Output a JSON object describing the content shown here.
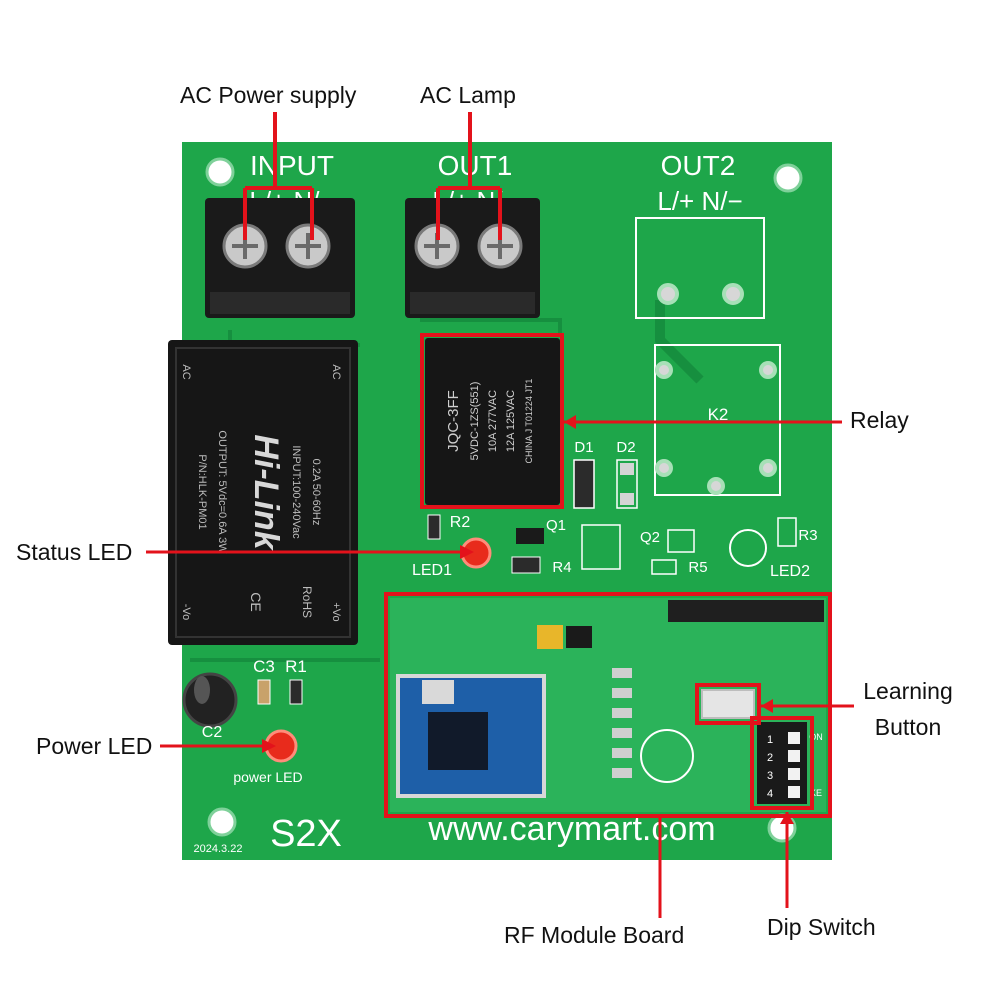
{
  "callouts": {
    "ac_power_supply": "AC Power supply",
    "ac_lamp": "AC Lamp",
    "relay": "Relay",
    "status_led": "Status LED",
    "power_led": "Power LED",
    "learning_button_line1": "Learning",
    "learning_button_line2": "Button",
    "rf_module_board": "RF Module Board",
    "dip_switch": "Dip Switch"
  },
  "board": {
    "input_label": "INPUT",
    "out1_label": "OUT1",
    "out2_label": "OUT2",
    "terminal_pins_input": "L/+  N/−",
    "terminal_pins_out1": "L/+  N/−",
    "terminal_pins_out2": "L/+  N/−",
    "k2": "K2",
    "d1": "D1",
    "d2": "D2",
    "r1": "R1",
    "r2": "R2",
    "r3": "R3",
    "r4": "R4",
    "r5": "R5",
    "q1": "Q1",
    "q2": "Q2",
    "c2": "C2",
    "c3": "C3",
    "led1": "LED1",
    "led2": "LED2",
    "power_led_silk": "power LED",
    "model": "S2X",
    "website": "www.carymart.com",
    "date": "2024.3.22"
  },
  "relay_markings": {
    "line1": "JQC-3FF",
    "line2": "5VDC-1ZS(551)",
    "line3": "10A 277VAC",
    "line4": "12A 125VAC",
    "line5": "CHINA  J  T01224 JT1"
  },
  "psu_markings": {
    "brand": "Hi-Link",
    "ac_left": "AC",
    "ac_right": "AC",
    "input": "INPUT:100-240Vac",
    "current": "0.2A  50-60Hz",
    "output": "OUTPUT: 5Vdc=0.6A 3W",
    "pn": "P/N:HLK-PM01",
    "vo_plus": "+Vo",
    "vo_minus": "-Vo",
    "rohs": "RoHS",
    "ce": "CE"
  },
  "dip_markings": {
    "on": "ON",
    "ke": "KE",
    "switches": [
      "1",
      "2",
      "3",
      "4"
    ]
  },
  "colors": {
    "pcb_green": "#1ea64a",
    "pcb_dark": "#12863a",
    "module_green": "#2bb35a",
    "callout_red": "#e3121b",
    "terminal_black": "#1a1a1a",
    "relay_black": "#161616",
    "antenna_blue": "#1e5fa8"
  }
}
